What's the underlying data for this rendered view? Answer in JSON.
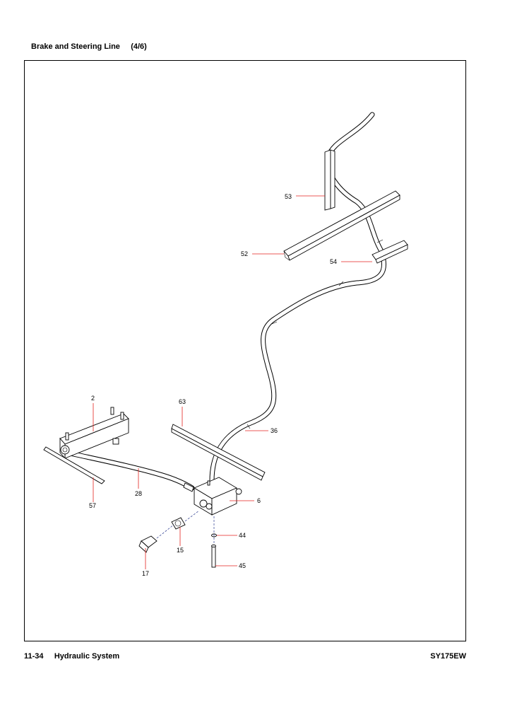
{
  "header": {
    "title": "Brake and Steering Line",
    "page": "(4/6)"
  },
  "footer": {
    "page_number": "11-34",
    "section": "Hydraulic System",
    "model": "SY175EW"
  },
  "callouts": {
    "c2": "2",
    "c6": "6",
    "c15": "15",
    "c17": "17",
    "c28": "28",
    "c36": "36",
    "c44": "44",
    "c45": "45",
    "c52": "52",
    "c53": "53",
    "c54": "54",
    "c57": "57",
    "c63": "63"
  },
  "colors": {
    "leader": "#e4231f",
    "centerline": "#2b3a8f",
    "line": "#000000"
  }
}
